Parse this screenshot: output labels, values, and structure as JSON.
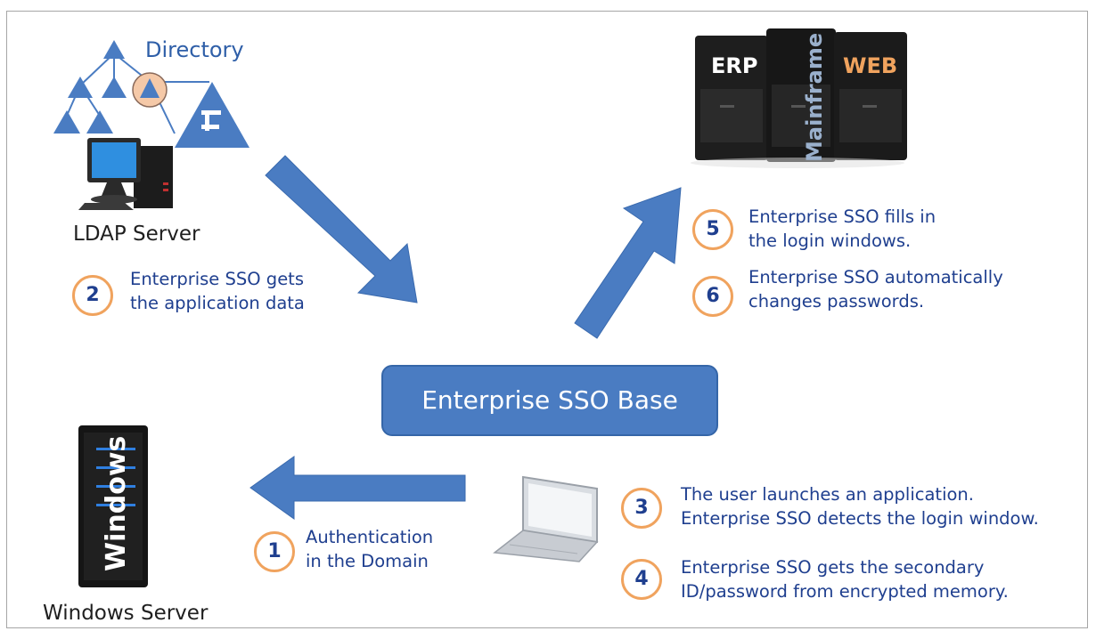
{
  "nodes": {
    "directory_label": "Directory",
    "ldap_label": "LDAP Server",
    "windows_label": "Windows Server",
    "windows_tower_text": "Windows",
    "erp_text": "ERP",
    "mainframe_text": "Mainframe",
    "web_text": "WEB",
    "sso_base": "Enterprise SSO Base"
  },
  "steps": [
    {
      "num": "1",
      "line1": "Authentication",
      "line2": "in the Domain"
    },
    {
      "num": "2",
      "line1": "Enterprise SSO gets",
      "line2": "the application data"
    },
    {
      "num": "3",
      "line1": "The user launches an application.",
      "line2": "Enterprise SSO detects the login window."
    },
    {
      "num": "4",
      "line1": "Enterprise SSO gets the secondary",
      "line2": "ID/password from encrypted memory."
    },
    {
      "num": "5",
      "line1": "Enterprise SSO fills in",
      "line2": "the login windows."
    },
    {
      "num": "6",
      "line1": "Enterprise SSO automatically",
      "line2": "changes passwords."
    }
  ],
  "colors": {
    "arrow": "#4a7cc2",
    "step_circle_border": "#f0a35e",
    "step_text": "#1f3f8f",
    "web_text": "#f0a35e"
  }
}
